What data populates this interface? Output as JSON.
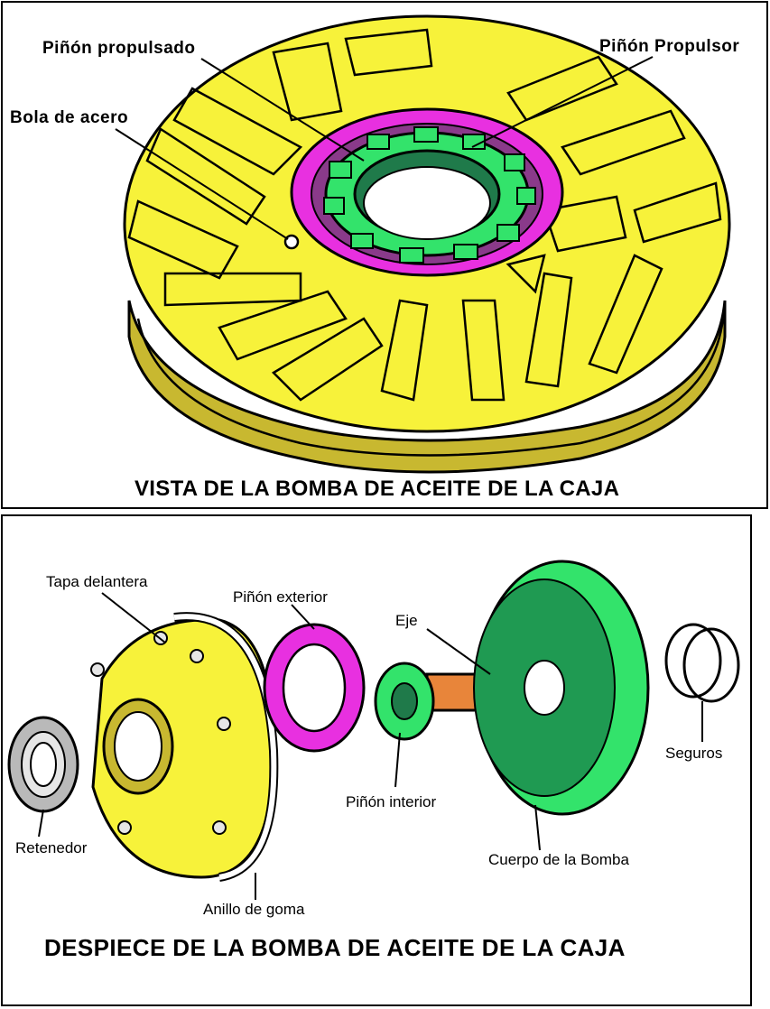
{
  "top_panel": {
    "caption": "VISTA DE LA BOMBA DE ACEITE DE LA CAJA",
    "labels": {
      "driven_gear": "Piñón propulsado",
      "drive_gear": "Piñón Propulsor",
      "steel_ball": "Bola de acero"
    }
  },
  "bottom_panel": {
    "caption": "DESPIECE DE LA BOMBA DE ACEITE DE LA CAJA",
    "labels": {
      "front_cover": "Tapa delantera",
      "outer_gear": "Piñón exterior",
      "shaft": "Eje",
      "inner_gear": "Piñón interior",
      "seal": "Retenedor",
      "o_ring": "Anillo de goma",
      "pump_body": "Cuerpo de la Bomba",
      "clips": "Seguros"
    }
  },
  "colors": {
    "yellow": "#f7f23a",
    "magenta": "#e830e0",
    "green": "#33e36b",
    "orange": "#e8853a",
    "purple": "#8a3a8a",
    "gray": "#b9b9b9"
  }
}
